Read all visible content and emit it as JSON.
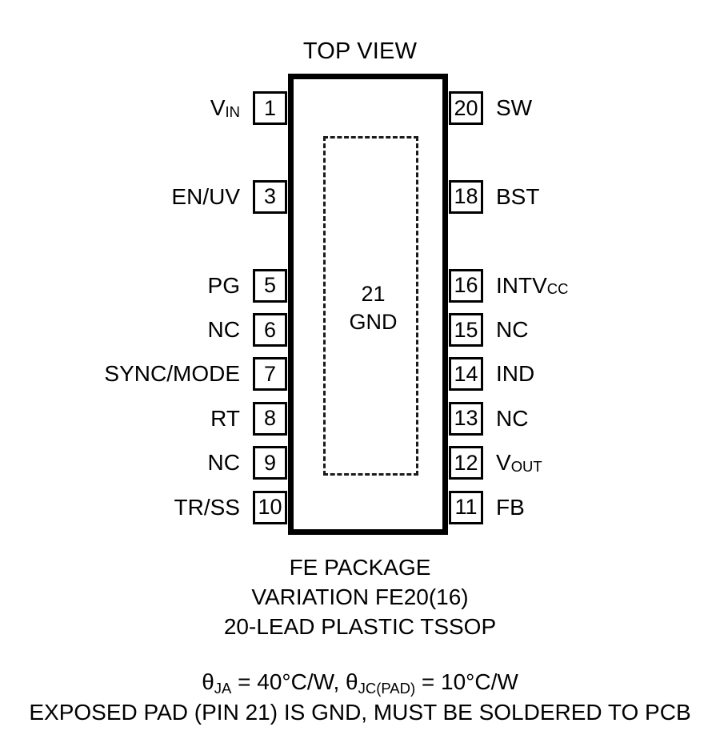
{
  "diagram": {
    "title": "TOP VIEW",
    "package": {
      "exposed_pad": {
        "pin_number": "21",
        "name": "GND"
      }
    },
    "left_pins": [
      {
        "number": "1",
        "label": "V",
        "sub": "IN",
        "row": 0
      },
      {
        "number": "3",
        "label": "EN/UV",
        "sub": "",
        "row": 2
      },
      {
        "number": "5",
        "label": "PG",
        "sub": "",
        "row": 4
      },
      {
        "number": "6",
        "label": "NC",
        "sub": "",
        "row": 5
      },
      {
        "number": "7",
        "label": "SYNC/MODE",
        "sub": "",
        "row": 6
      },
      {
        "number": "8",
        "label": "RT",
        "sub": "",
        "row": 7
      },
      {
        "number": "9",
        "label": "NC",
        "sub": "",
        "row": 8
      },
      {
        "number": "10",
        "label": "TR/SS",
        "sub": "",
        "row": 9
      }
    ],
    "right_pins": [
      {
        "number": "20",
        "label": "SW",
        "sub": "",
        "row": 0
      },
      {
        "number": "18",
        "label": "BST",
        "sub": "",
        "row": 2
      },
      {
        "number": "16",
        "label": "INTV",
        "sub": "CC",
        "row": 4
      },
      {
        "number": "15",
        "label": "NC",
        "sub": "",
        "row": 5
      },
      {
        "number": "14",
        "label": "IND",
        "sub": "",
        "row": 6
      },
      {
        "number": "13",
        "label": "NC",
        "sub": "",
        "row": 7
      },
      {
        "number": "12",
        "label": "V",
        "sub": "OUT",
        "row": 8
      },
      {
        "number": "11",
        "label": "FB",
        "sub": "",
        "row": 9
      }
    ],
    "package_caption": [
      "FE PACKAGE",
      "VARIATION FE20(16)",
      "20-LEAD PLASTIC TSSOP"
    ],
    "thermal_caption": {
      "theta_ja_symbol": "θ",
      "theta_ja_sub": "JA",
      "theta_ja_value": " = 40°C/W, ",
      "theta_jc_symbol": "θ",
      "theta_jc_sub": "JC(PAD)",
      "theta_jc_value": " = 10°C/W",
      "exposed_pad_note": "EXPOSED PAD (PIN 21) IS GND, MUST BE SOLDERED TO PCB"
    },
    "colors": {
      "ink": "#000000",
      "background": "#ffffff"
    }
  }
}
